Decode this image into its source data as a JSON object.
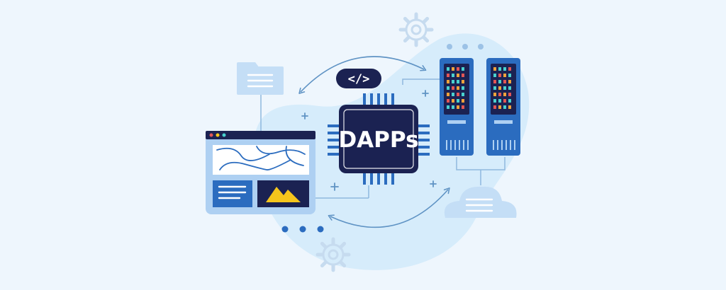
{
  "chip": {
    "label": "DAPPs"
  },
  "code_badge": {
    "label": "</>"
  },
  "colors": {
    "background": "#eef6fd",
    "blob": "#d6ecfb",
    "navy": "#1b2252",
    "blue": "#2b6cbf",
    "light_blue": "#aed0f2",
    "pale_blue": "#c4def6",
    "line": "#5f93c4",
    "yellow": "#f5c51c",
    "led_cyan": "#49d1cf",
    "led_orange": "#f0a23b",
    "led_red": "#e25656",
    "gear": "#c6dbef"
  },
  "icons": [
    "gear-icon-top",
    "gear-icon-bottom",
    "folder-icon",
    "browser-window",
    "code-badge",
    "chip-icon",
    "server-rack-left",
    "server-rack-right",
    "cloud-icon"
  ]
}
